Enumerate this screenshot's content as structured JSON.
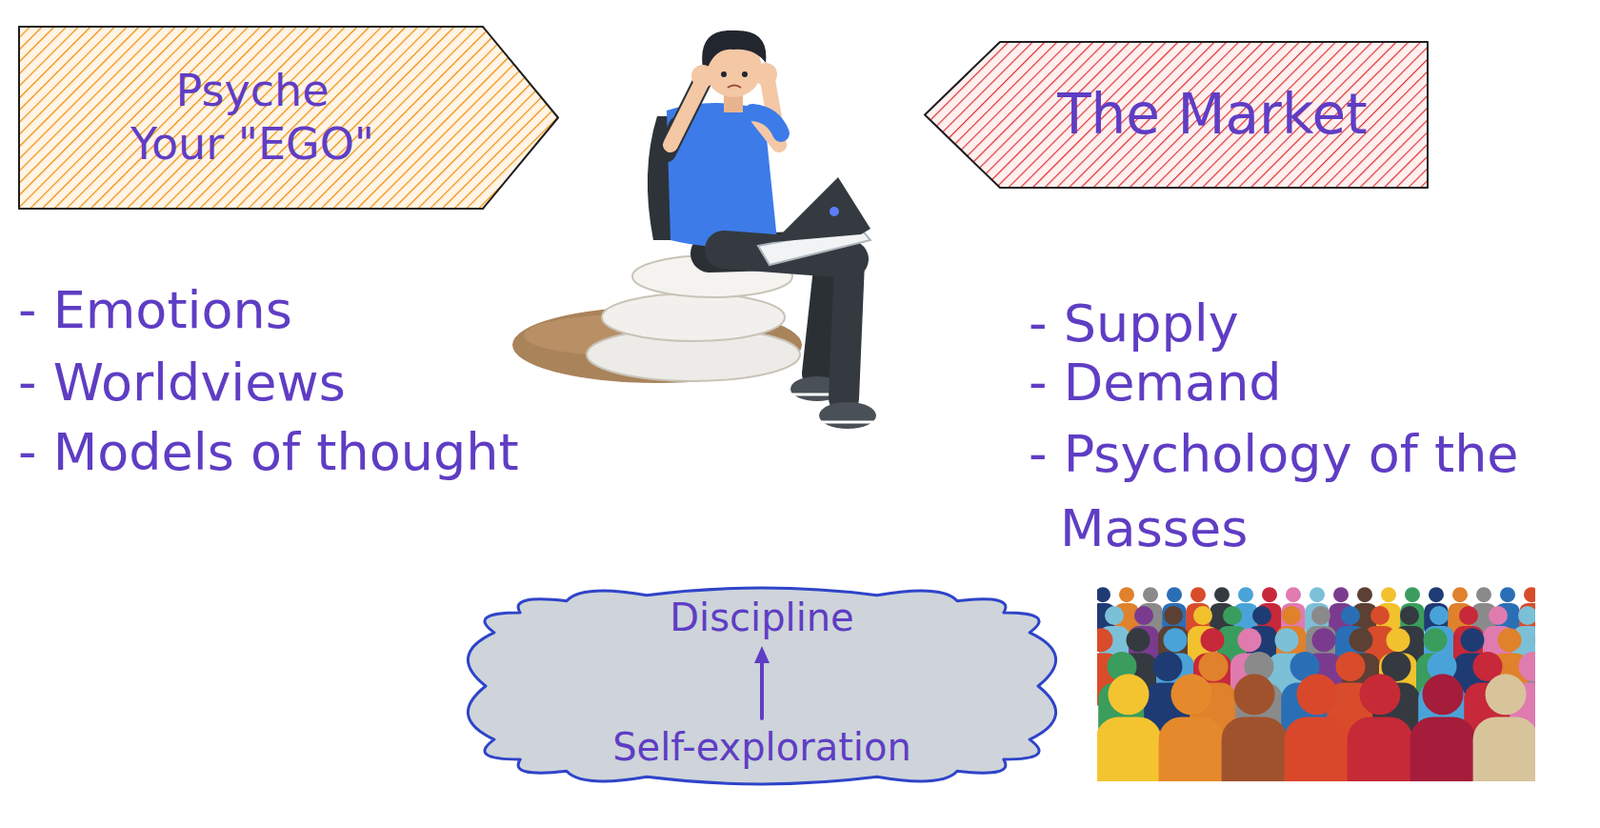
{
  "diagram": {
    "nodes": [
      {
        "text": [
          "Psyche Your \"EGO\""
        ]
      },
      {
        "text": [
          "The Market"
        ]
      },
      {
        "text": [
          "Discipline",
          "Self-exploration"
        ]
      }
    ],
    "labels": [
      "- Emotions",
      "- Worldviews",
      "- Models of thought",
      "- Supply",
      "- Demand",
      "- Psychology of the Masses"
    ]
  }
}
